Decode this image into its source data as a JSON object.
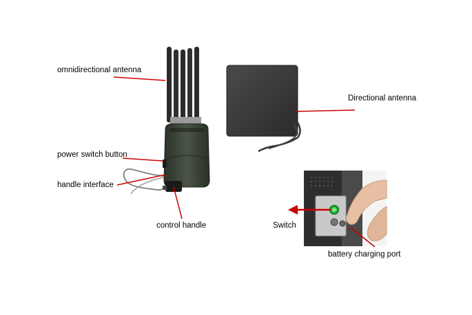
{
  "labels": {
    "omnidirectional_antenna": "omnidirectional antenna",
    "power_switch_button": "power switch button",
    "handle_interface": "handle interface",
    "control_handle": "control handle",
    "directional_antenna": "Directional antenna",
    "switch": "Switch",
    "battery_charging_port": "battery charging port"
  },
  "colors": {
    "pointer_line": "#cc0000",
    "device_body": "#3a4236",
    "antenna": "#2a2a2a",
    "panel": "#3b3b3b",
    "switch_led": "#2ecc40"
  }
}
